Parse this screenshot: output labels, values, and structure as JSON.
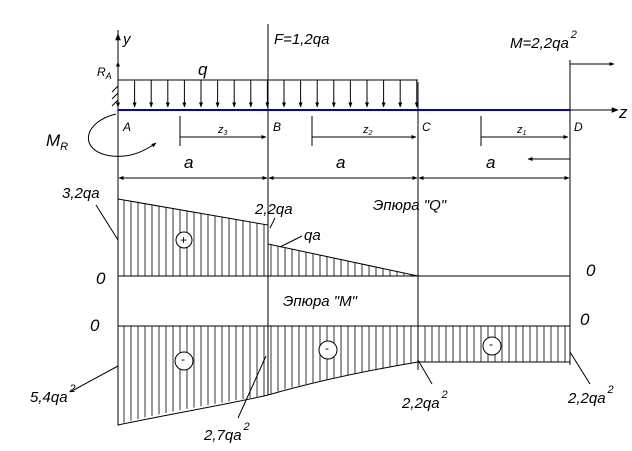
{
  "colors": {
    "beam": "#0000cc",
    "ink": "#000000",
    "background": "#ffffff"
  },
  "labels": {
    "y_axis": "y",
    "z_axis": "z",
    "reaction_force": "R",
    "reaction_force_sub": "A",
    "reaction_moment": "M",
    "reaction_moment_sub": "R",
    "load": "q",
    "force": "F=1,2qa",
    "moment": "M=2,2qa",
    "moment_sup": "2",
    "points": [
      "A",
      "B",
      "C",
      "D"
    ],
    "section_vars": [
      "z",
      "z",
      "z"
    ],
    "section_subs": [
      "3",
      "2",
      "1"
    ],
    "span": "a"
  },
  "q_diagram": {
    "title": "Эпюра \"Q\"",
    "label_left": "3,2qa",
    "label_b": "2,2qa",
    "label_b_after": "qa",
    "zero_left": "0",
    "zero_right": "0",
    "sign": "+"
  },
  "m_diagram": {
    "title": "Эпюра \"M\"",
    "zero_left": "0",
    "zero_right": "0",
    "label_left": "5,4qa",
    "label_b": "2,7qa",
    "label_c": "2,2qa",
    "label_d": "2,2qa",
    "sup": "2",
    "sign": "-"
  }
}
